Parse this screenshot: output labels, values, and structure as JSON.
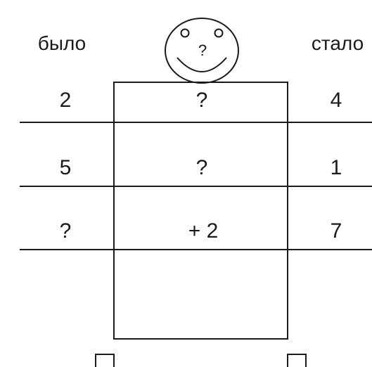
{
  "headers": {
    "before": "было",
    "after": "стало"
  },
  "face": {
    "mark": "?"
  },
  "rows": [
    {
      "before": "2",
      "operation": "?",
      "after": "4"
    },
    {
      "before": "5",
      "operation": "?",
      "after": "1"
    },
    {
      "before": "?",
      "operation": "+ 2",
      "after": "7"
    }
  ],
  "colors": {
    "ink": "#1a1a1a",
    "background": "#ffffff"
  }
}
